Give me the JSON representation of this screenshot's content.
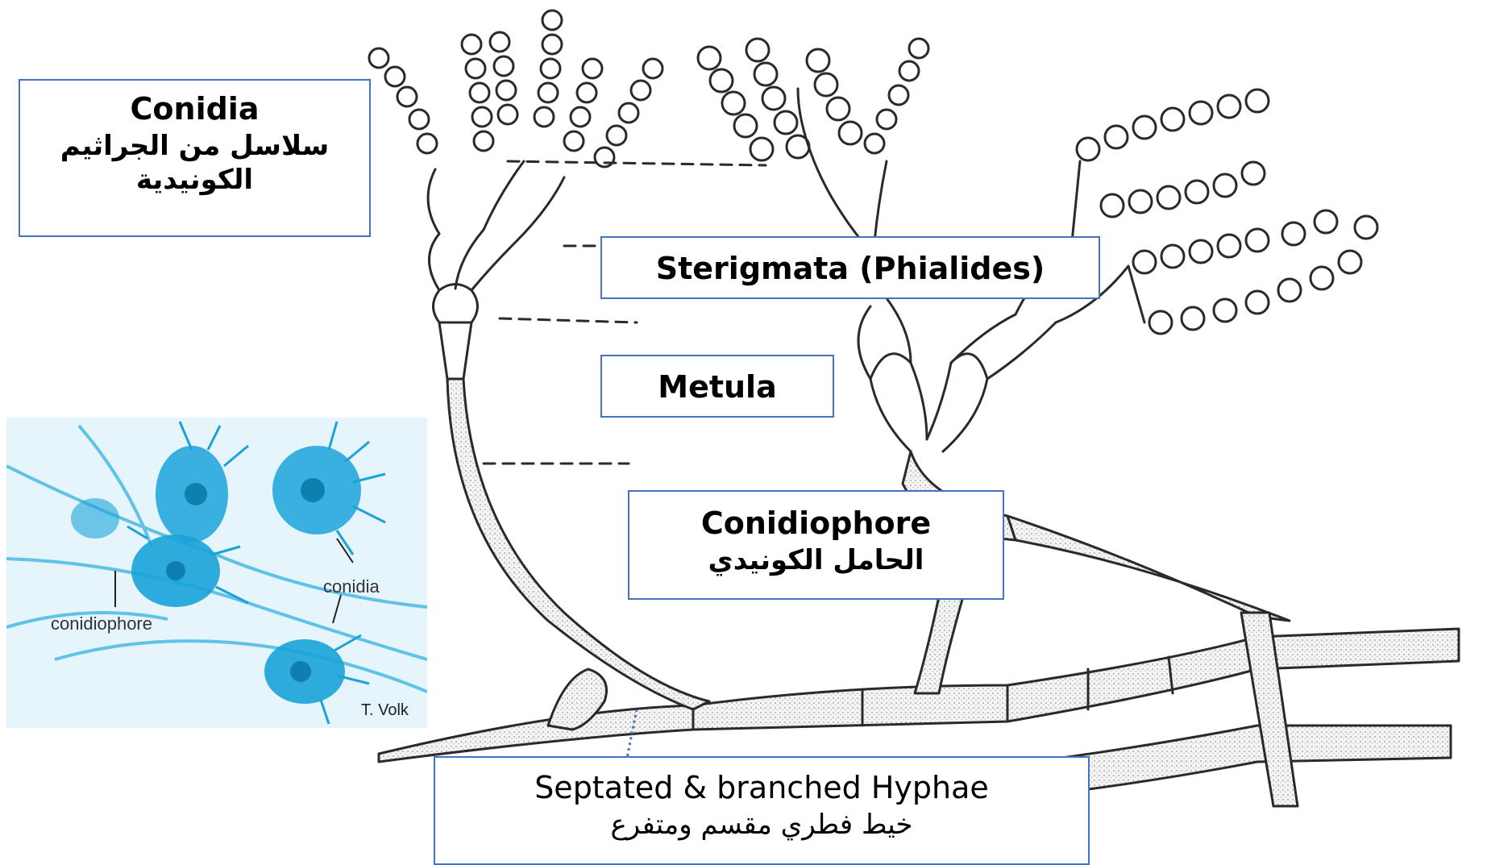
{
  "labels": {
    "conidia": {
      "en": "Conidia",
      "ar": "سلاسل من الجراثيم الكونيدية"
    },
    "sterigmata": {
      "en": "Sterigmata (Phialides)"
    },
    "metula": {
      "en": "Metula"
    },
    "conidiophore": {
      "en": "Conidiophore",
      "ar": "الحامل الكونيدي"
    },
    "hyphae": {
      "en": "Septated & branched Hyphae",
      "ar": "خيط فطري مقسم ومتفرع"
    }
  },
  "photo": {
    "conidiophore_label": "conidiophore",
    "conidia_label": "conidia",
    "credit": "T. Volk"
  },
  "colors": {
    "box_border": "#4472c4",
    "stain_blue": "#1aa3d9",
    "drawing_line": "#2a2a2a"
  }
}
